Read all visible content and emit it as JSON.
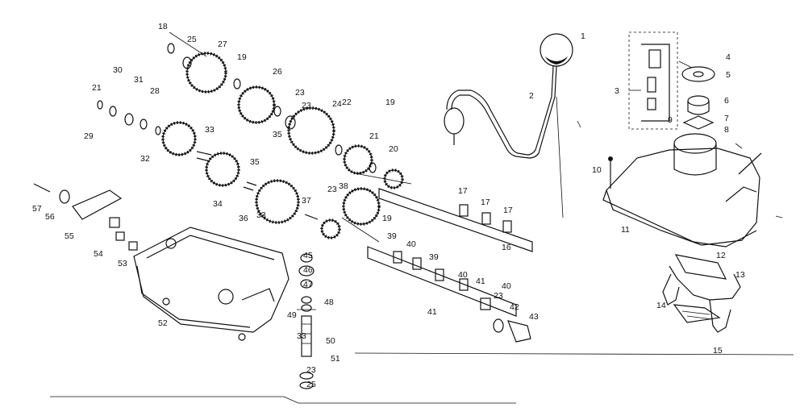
{
  "diagram": {
    "callouts": [
      "1",
      "2",
      "3",
      "4",
      "5",
      "6",
      "7",
      "8",
      "9",
      "10",
      "11",
      "12",
      "13",
      "14",
      "15",
      "16",
      "17",
      "17",
      "17",
      "18",
      "19",
      "19",
      "19",
      "20",
      "21",
      "21",
      "22",
      "23",
      "23",
      "23",
      "23",
      "23",
      "24",
      "25",
      "25",
      "26",
      "27",
      "28",
      "29",
      "30",
      "31",
      "32",
      "33",
      "33",
      "33",
      "34",
      "35",
      "35",
      "36",
      "37",
      "38",
      "39",
      "39",
      "40",
      "40",
      "40",
      "41",
      "41",
      "42",
      "43",
      "45",
      "46",
      "47",
      "48",
      "49",
      "50",
      "51",
      "52",
      "53",
      "54",
      "55",
      "56",
      "57"
    ]
  }
}
